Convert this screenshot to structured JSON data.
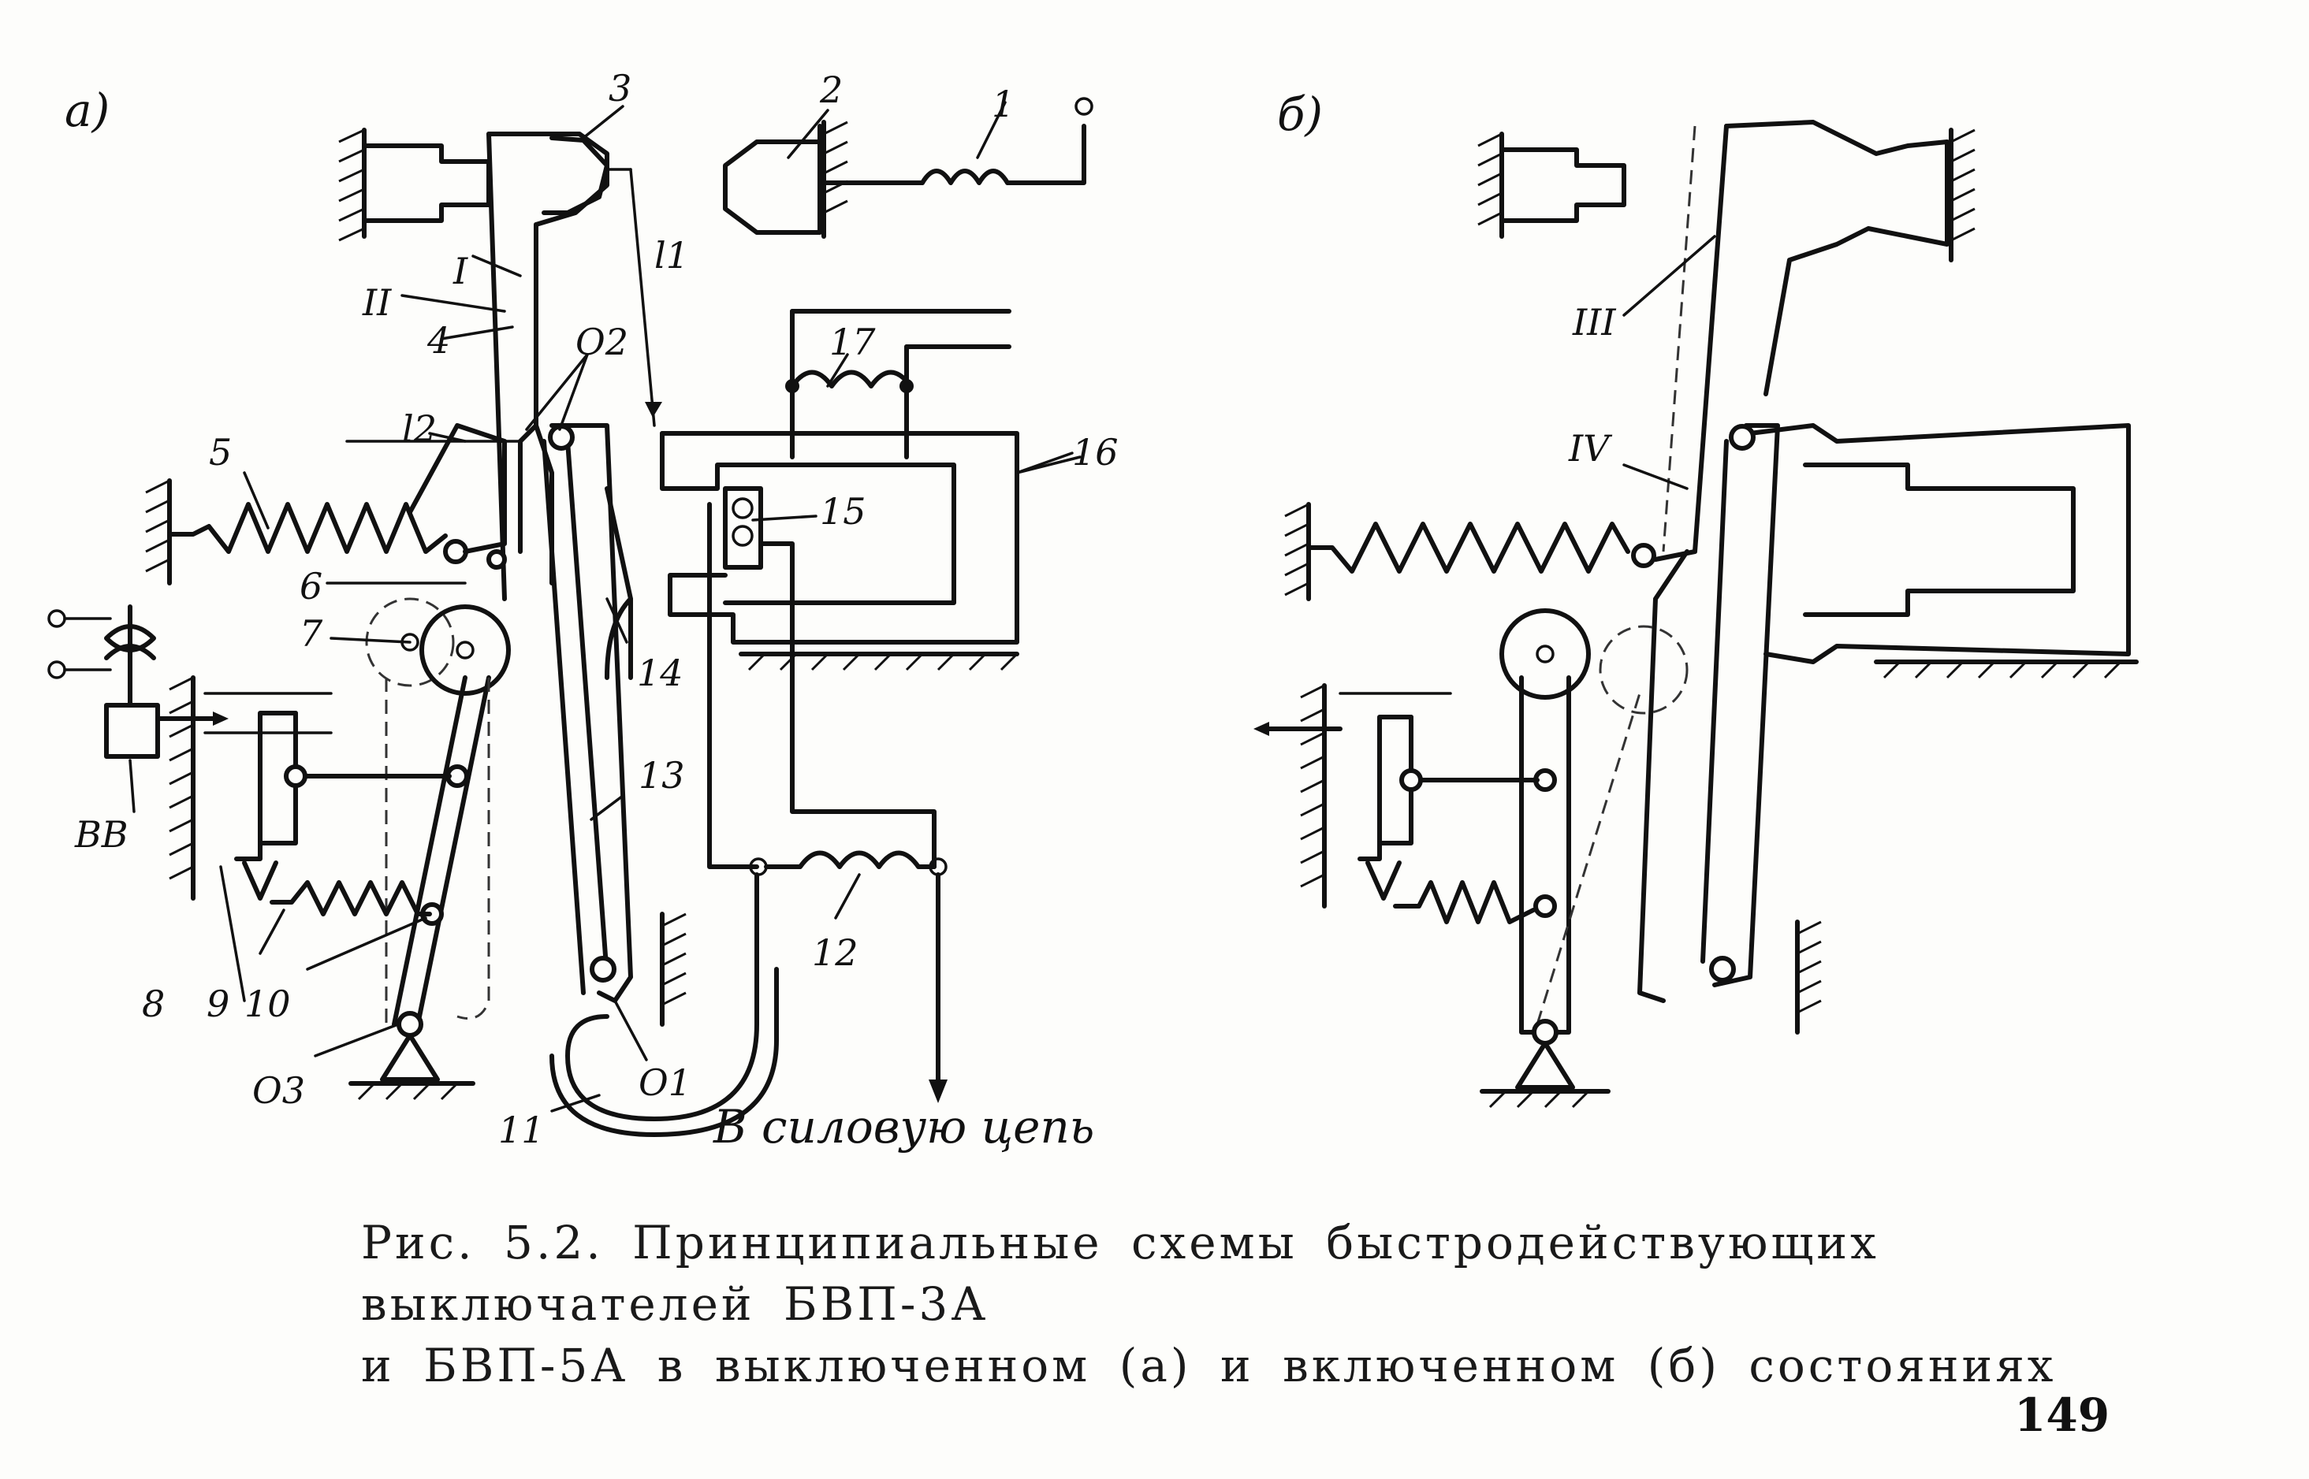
{
  "figure": {
    "panel_a": "а)",
    "panel_b": "б)",
    "labels_a": [
      "1",
      "2",
      "3",
      "4",
      "5",
      "6",
      "7",
      "8",
      "9",
      "10",
      "11",
      "12",
      "13",
      "14",
      "15",
      "16",
      "17",
      "I",
      "II",
      "O2",
      "O1",
      "O3",
      "l1",
      "l2",
      "BB"
    ],
    "labels_b": [
      "III",
      "IV"
    ],
    "output_label": "В силовую цепь"
  },
  "caption": {
    "line1": "Рис. 5.2. Принципиальные схемы быстродействующих выключателей БВП-3А",
    "line2": "и БВП-5А в выключенном (а) и включенном (б) состояниях"
  },
  "page_number": "149"
}
